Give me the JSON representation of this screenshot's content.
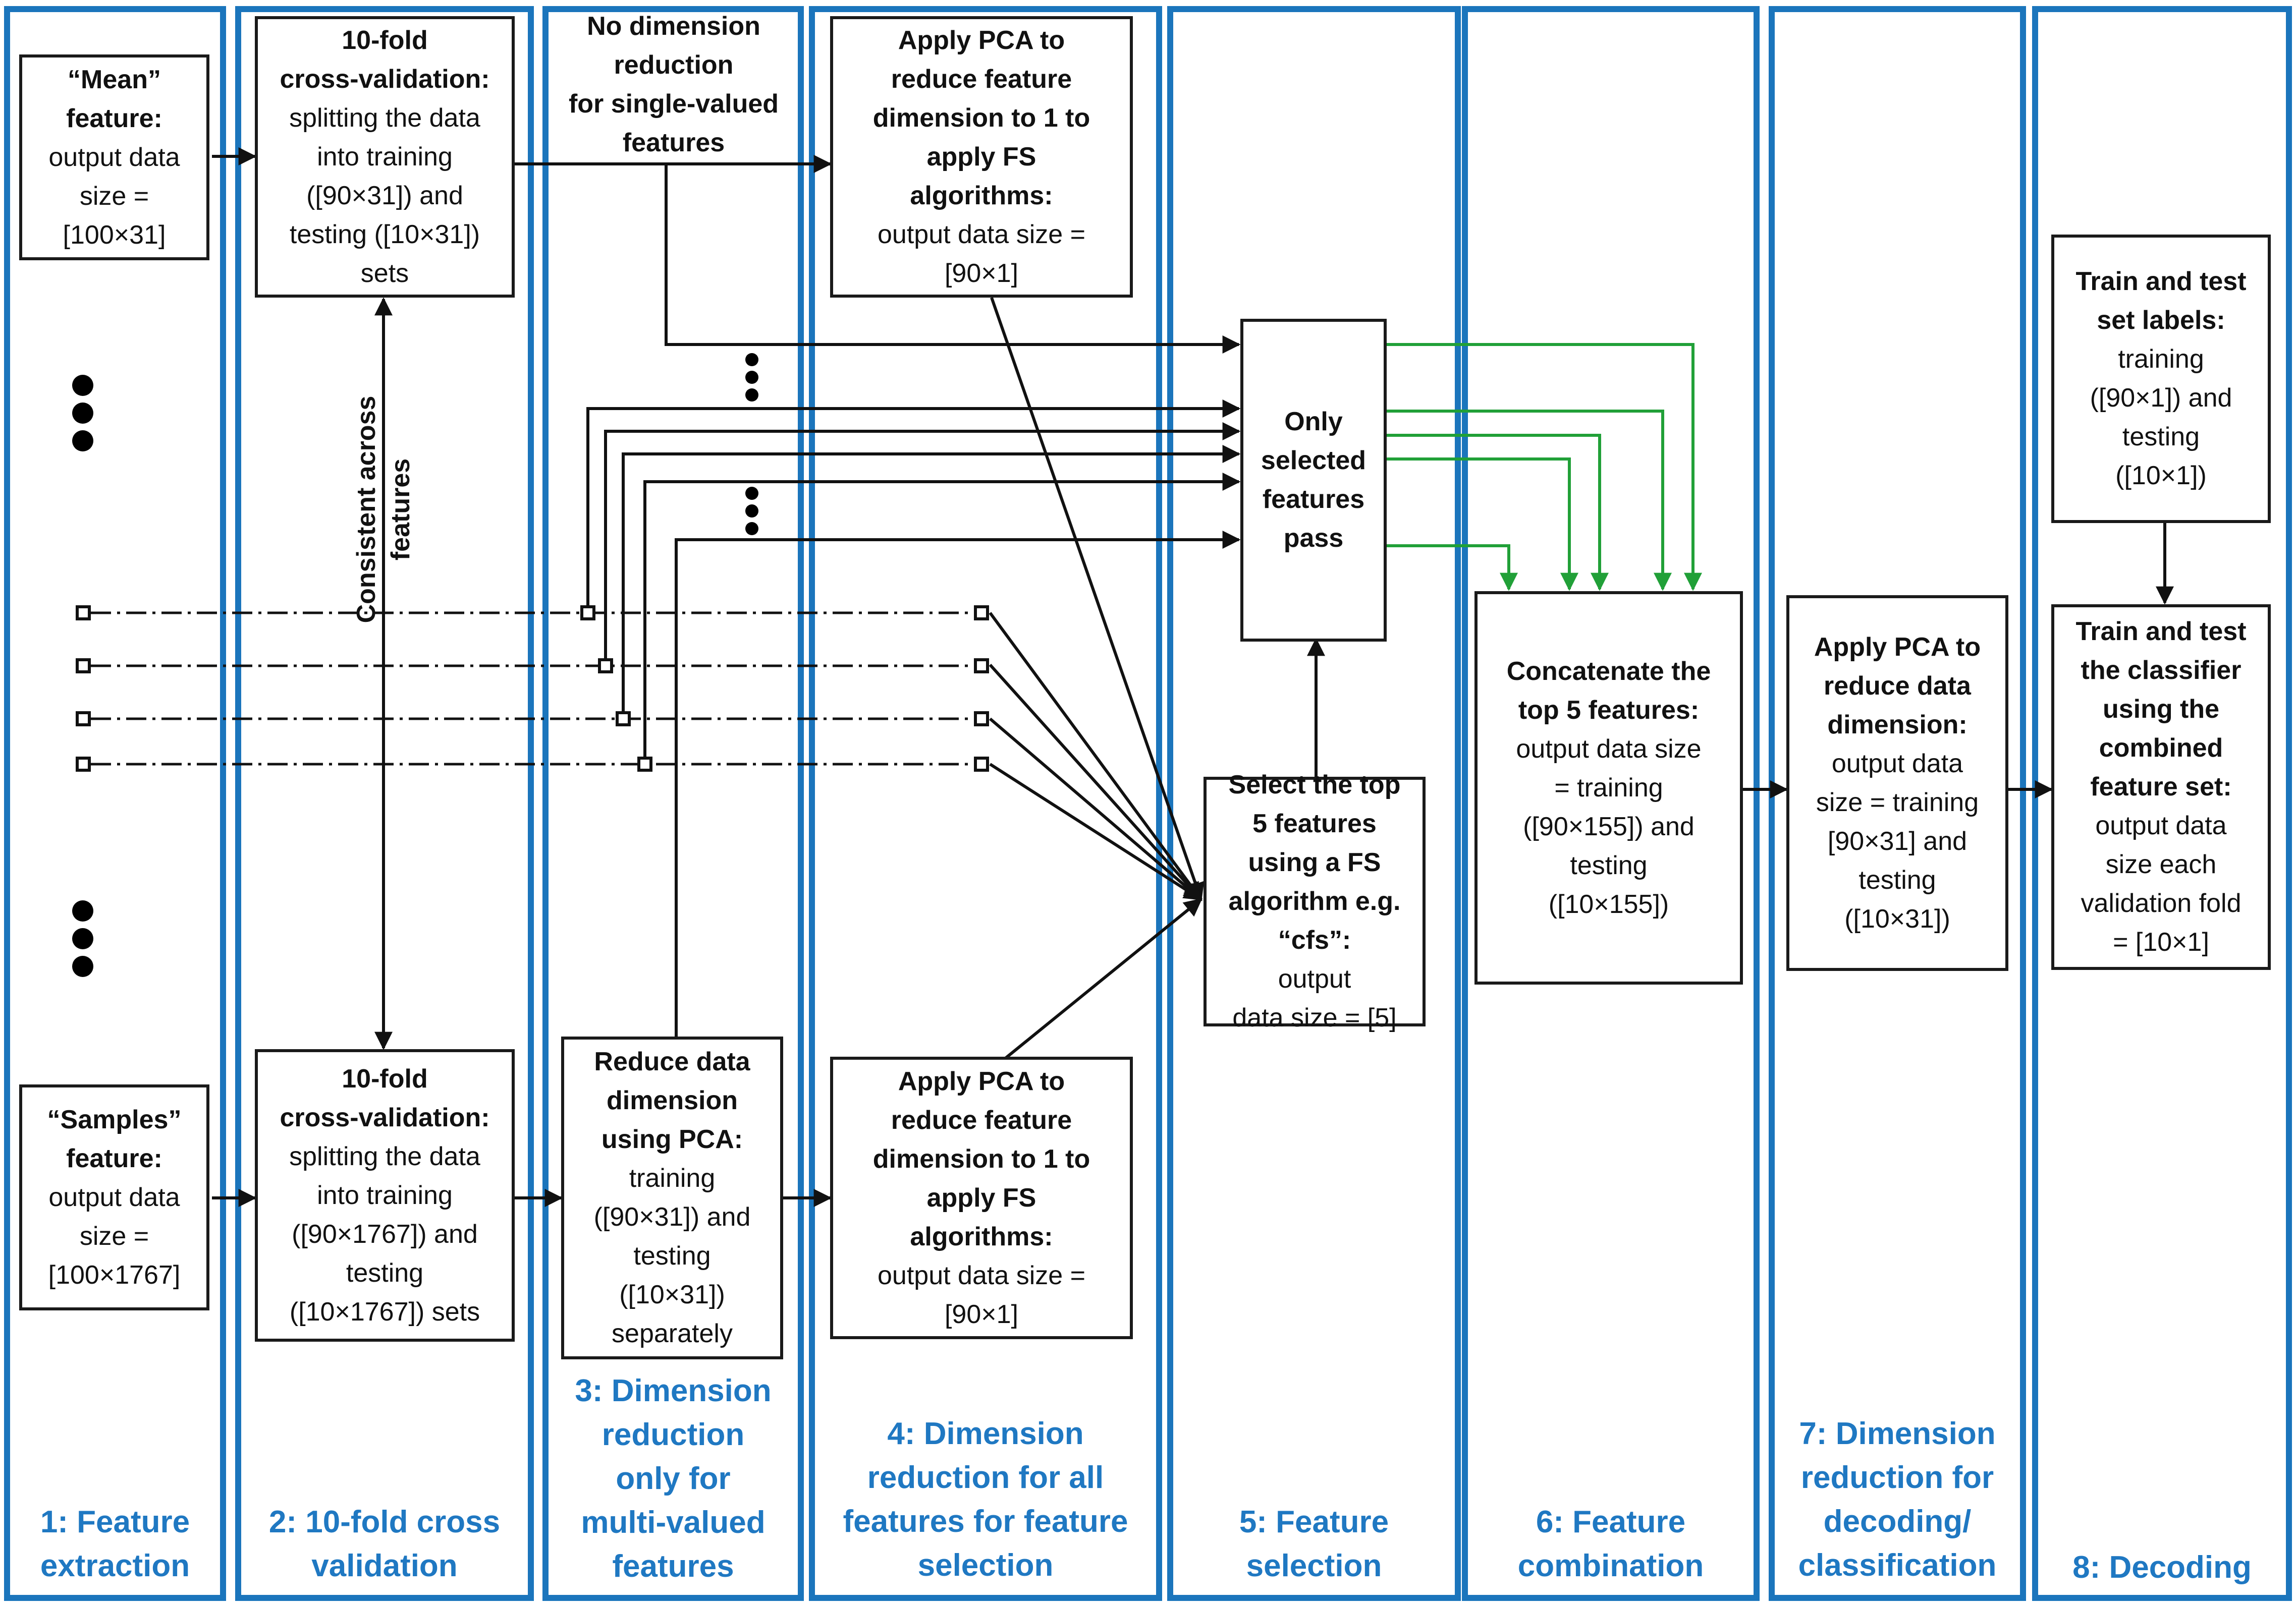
{
  "stages": [
    {
      "id": "s1",
      "title": "1: Feature\nextraction"
    },
    {
      "id": "s2",
      "title": "2: 10-fold cross\nvalidation"
    },
    {
      "id": "s3",
      "title": "3: Dimension\nreduction\nonly for\nmulti-valued\nfeatures"
    },
    {
      "id": "s4",
      "title": "4: Dimension\nreduction for all\nfeatures for feature\nselection"
    },
    {
      "id": "s5",
      "title": "5: Feature\nselection"
    },
    {
      "id": "s6",
      "title": "6: Feature\ncombination"
    },
    {
      "id": "s7",
      "title": "7: Dimension\nreduction for\ndecoding/\nclassification"
    },
    {
      "id": "s8",
      "title": "8: Decoding"
    }
  ],
  "boxes": {
    "mean_feature": {
      "bold": "“Mean”\nfeature:",
      "regular": "output data\nsize =\n[100×31]"
    },
    "samples_feature": {
      "bold": "“Samples”\nfeature:",
      "regular": "output data\nsize =\n[100×1767]"
    },
    "cv_top": {
      "bold": "10-fold\ncross-validation:",
      "regular": "splitting the data\ninto training\n([90×31]) and\ntesting ([10×31])\nsets"
    },
    "cv_bottom": {
      "bold": "10-fold\ncross-validation:",
      "regular": "splitting the data\ninto training\n([90×1767]) and\ntesting\n([10×1767]) sets"
    },
    "reduce_pca": {
      "bold": "Reduce data\ndimension\nusing PCA:",
      "regular": "training\n([90×31]) and\ntesting\n([10×31])\nseparately"
    },
    "pca_top": {
      "bold": "Apply PCA to\nreduce feature\ndimension to 1 to\napply FS\nalgorithms:",
      "regular": "output data size =\n[90×1]"
    },
    "pca_bottom": {
      "bold": "Apply PCA to\nreduce feature\ndimension to 1 to\napply FS\nalgorithms:",
      "regular": "output data size =\n[90×1]"
    },
    "only_selected": {
      "bold": "Only\nselected\nfeatures\npass",
      "regular": ""
    },
    "select_top5": {
      "bold": "Select the top\n5 features\nusing a FS\nalgorithm e.g.\n“cfs”:",
      "regular": "output\ndata size = [5]"
    },
    "concatenate": {
      "bold": "Concatenate the\ntop 5 features:",
      "regular": "output data size\n= training\n([90×155]) and\ntesting\n([10×155])"
    },
    "pca_decoding": {
      "bold": "Apply PCA to\nreduce data\ndimension:",
      "regular": "output data\nsize = training\n[90×31] and\ntesting\n([10×31])"
    },
    "labels": {
      "bold": "Train and test\nset labels:",
      "regular": "training\n([90×1]) and\ntesting\n([10×1])"
    },
    "classifier": {
      "bold": "Train and test\nthe classifier\nusing the\ncombined\nfeature set:",
      "regular": "output data\nsize each\nvalidation fold\n= [10×1]"
    }
  },
  "annotations": {
    "no_reduction": "No dimension\nreduction\nfor single-valued\nfeatures",
    "consistent": "Consistent across\nfeatures"
  },
  "colors": {
    "stage_border": "#1b75bc",
    "stage_title": "#1f78c2",
    "green_arrow": "#21a038",
    "black": "#111111"
  }
}
